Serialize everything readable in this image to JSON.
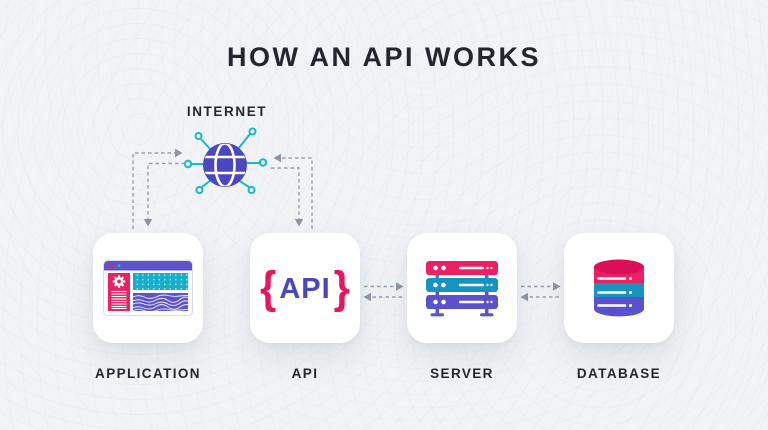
{
  "title": "HOW AN API WORKS",
  "internet": {
    "label": "INTERNET",
    "icon": "globe-network-icon"
  },
  "api_card": {
    "open_brace": "{",
    "text": "API",
    "close_brace": "}"
  },
  "nodes": [
    {
      "id": "application",
      "label": "APPLICATION",
      "icon": "browser-window-icon"
    },
    {
      "id": "api",
      "label": "API",
      "icon": "api-braces-text"
    },
    {
      "id": "server",
      "label": "SERVER",
      "icon": "server-rack-icon"
    },
    {
      "id": "database",
      "label": "DATABASE",
      "icon": "database-cylinder-icon"
    }
  ],
  "connections": [
    {
      "from": "application",
      "to": "internet",
      "style": "dashed-elbow"
    },
    {
      "from": "internet",
      "to": "application",
      "style": "dashed-elbow"
    },
    {
      "from": "api",
      "to": "internet",
      "style": "dashed-elbow"
    },
    {
      "from": "internet",
      "to": "api",
      "style": "dashed-elbow"
    },
    {
      "from": "api",
      "to": "server",
      "style": "dashed"
    },
    {
      "from": "server",
      "to": "api",
      "style": "dashed"
    },
    {
      "from": "server",
      "to": "database",
      "style": "dashed"
    },
    {
      "from": "database",
      "to": "server",
      "style": "dashed"
    }
  ],
  "colors": {
    "bg": "#F2F3F6",
    "card": "#FFFFFF",
    "text": "#22262F",
    "pink": "#ED2063",
    "crimson_dark": "#DB0F57",
    "indigo": "#5A52CC",
    "globe_indigo": "#4B47C3",
    "teal": "#1793BF",
    "teal_bright": "#18B7CE",
    "arrow": "#98A0AC",
    "brace_pink": "#E8175D",
    "api_indigo": "#4A46BE",
    "bar_indigo": "#5B54CD",
    "win_teal": "#17AECC"
  }
}
